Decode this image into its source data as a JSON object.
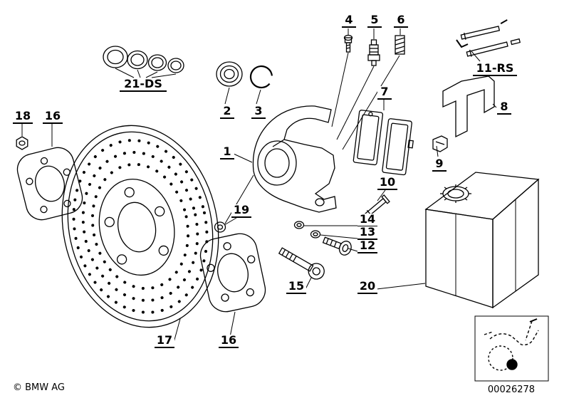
{
  "page": {
    "background": "#ffffff",
    "line_color": "#000000"
  },
  "callouts": [
    {
      "ref": "21-DS"
    },
    {
      "ref": "2"
    },
    {
      "ref": "3"
    },
    {
      "ref": "4"
    },
    {
      "ref": "5"
    },
    {
      "ref": "6"
    },
    {
      "ref": "11-RS"
    },
    {
      "ref": "7"
    },
    {
      "ref": "8"
    },
    {
      "ref": "9"
    },
    {
      "ref": "1"
    },
    {
      "ref": "18"
    },
    {
      "ref": "16"
    },
    {
      "ref": "19"
    },
    {
      "ref": "10"
    },
    {
      "ref": "14"
    },
    {
      "ref": "13"
    },
    {
      "ref": "12"
    },
    {
      "ref": "15"
    },
    {
      "ref": "20"
    },
    {
      "ref": "17"
    },
    {
      "ref": "16"
    }
  ],
  "footer": {
    "copyright": "© BMW AG",
    "diagram_code": "00026278"
  },
  "legend": {
    "vehicle_icon": "motorcycle-icon"
  }
}
